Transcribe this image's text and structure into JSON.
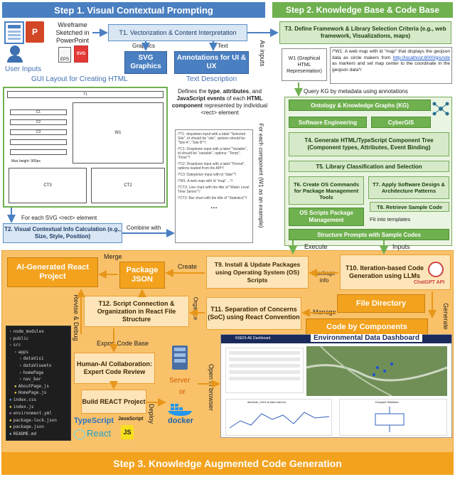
{
  "step1": {
    "header": "Step 1. Visual Contextual Prompting",
    "wireframe_label": "Wireframe Sketched in PowerPoint",
    "user_inputs": "User Inputs",
    "gui_layout": "GUI Layout for Creating HTML",
    "t1": "T1. Vectorization & Content Interpretation",
    "graphics_label": "Graphics",
    "text_label": "Text",
    "svg_graphics": "SVG Graphics",
    "annotations": "Annotations for UI & UX",
    "text_description": "Text Description",
    "defines_text_1": "Defines the ",
    "defines_type": "type",
    "defines_comma": ", ",
    "defines_attributes": "attributes",
    "defines_and": ", and ",
    "defines_js": "JavaScript events",
    "defines_text_2": " of each ",
    "defines_html": "HTML component",
    "defines_text_3": " represented by individual <rect> element",
    "for_each_svg": "For each SVG <rect> element",
    "t2": "T2. Visual Contextual Info Calculation (e.g., Size, Style, Position)",
    "combine_with": "Combine with",
    "for_each_component": "For each component (W1 as an example)",
    "ellipsis": "…",
    "wireframe_labels": {
      "t1": "T1",
      "w1": "W1",
      "c1": "C1",
      "c2": "C2",
      "c3": "C3",
      "ct3": "CT3",
      "ct2": "CT2",
      "max_height": "Max height: 900px"
    },
    "annotation_snippets": [
      "/*T1: dropdown input with a label \"Selected Site\", id should be \"site\", options should be \"Site A\", \"Site B\"*/",
      "/*C1: Dropdown input with a label \"Variable\", id should be \"variable\", options: \"Temp\", \"Flow\"*/",
      "/*C2: Dropdown input with a label \"Period\", options loaded from the API*/",
      "/*C3: Datepicker input with id \"date\"*/",
      "/*W1: A web map with id \"map\" ...*/",
      "/*CT3: Line chart with the title of \"Water Level Time Series\"*/",
      "/*CT2: Bar chart with the title of \"Statistics\"*/"
    ]
  },
  "step2": {
    "header": "Step 2. Knowledge Base & Code Base",
    "as_inputs": "As inputs",
    "t3": "T3. Define Framework & Library Selection Criteria (e.g., web framework, Visualizations, maps)",
    "w1_label": "W1 (Graphical HTML Representation)",
    "w1_desc_1": "/*W1: A web map with id \"map\" that displays the geojson data as circle makers from ",
    "w1_link": "http://localhost:8000/gis/site",
    "w1_desc_2": " as markers and set map center to the coordinate in the geojson data*/",
    "query_kg": "Query KG by metadata using annotations",
    "ontology": "Ontology & Knowledge Graphs (KG)",
    "software_eng": "Software Engineering",
    "cybergis": "CyberGIS",
    "t4": "T4. Generate HTML/TypeScript Component Tree (Component types, Attributes, Event Binding)",
    "t5": "T5. Library Classification and Selection",
    "t6": "T6. Create OS Commands for Package Management Tools",
    "t7": "T7. Apply Software Design & Architecture Patterns",
    "os_scripts": "OS Scripts Package Management",
    "t8": "T8. Retrieve Sample Code",
    "fit_templates": "Fit into templates",
    "structure_prompts": "Structure Prompts with Sample Codes",
    "execute": "Execute",
    "inputs": "Inputs"
  },
  "step3": {
    "header": "Step 3. Knowledge Augmented Code Generation",
    "ai_react": "AI-Generated React Project",
    "merge": "Merge",
    "package_json": "Package JSON",
    "create": "Create",
    "t9": "T9. Install & Update Packages using Operating System (OS) Scripts",
    "package_info": "Package info",
    "t10": "T10. Iteration-based Code Generation using LLMs",
    "chatgpt": "ChatGPT API",
    "revise_debug": "Revise & Debug",
    "t12": "T12. Script Connection & Organization in React File Structure",
    "organize": "Organize",
    "t11": "T11. Separation of Concerns (SoC) using React Convention",
    "manage": "Manage",
    "file_directory": "File Directory",
    "generate": "Generate",
    "code_components": "Code by Components",
    "export_code": "Export Code Base",
    "human_ai": "Human-AI Collaboration: Expert Code Review",
    "build_react": "Build REACT Project",
    "deploy": "Deploy",
    "server": "Server",
    "or": "or",
    "docker": "docker",
    "open_browser": "Open in browser",
    "typescript": "TypeScript",
    "react": "React",
    "javascript": "JavaScript",
    "js": "JS",
    "dashboard_app": "NSEDI-AE Dashboard",
    "dashboard_title": "Environmental Data Dashboard",
    "chart_title_1": "absolute_2024 at data interval",
    "chart_title_2": "Dropped Statistics",
    "files": [
      {
        "name": "node_modules",
        "indent": 0,
        "kind": "folder"
      },
      {
        "name": "public",
        "indent": 0,
        "kind": "folder"
      },
      {
        "name": "src",
        "indent": 0,
        "kind": "folder"
      },
      {
        "name": "apps",
        "indent": 1,
        "kind": "folder"
      },
      {
        "name": "dataVis1",
        "indent": 2,
        "kind": "folder"
      },
      {
        "name": "dataVisweto",
        "indent": 2,
        "kind": "folder"
      },
      {
        "name": "homePage",
        "indent": 2,
        "kind": "folder"
      },
      {
        "name": "nav_bar",
        "indent": 2,
        "kind": "folder"
      },
      {
        "name": "AboutPage.js",
        "indent": 1,
        "kind": "js"
      },
      {
        "name": "HomePage.js",
        "indent": 1,
        "kind": "js"
      },
      {
        "name": "index.css",
        "indent": 0,
        "kind": "css"
      },
      {
        "name": "index.js",
        "indent": 0,
        "kind": "js"
      },
      {
        "name": "environment.yml",
        "indent": 0,
        "kind": "yml"
      },
      {
        "name": "package-lock.json",
        "indent": 0,
        "kind": "json"
      },
      {
        "name": "package.json",
        "indent": 0,
        "kind": "json"
      },
      {
        "name": "README.md",
        "indent": 0,
        "kind": "md"
      }
    ]
  }
}
